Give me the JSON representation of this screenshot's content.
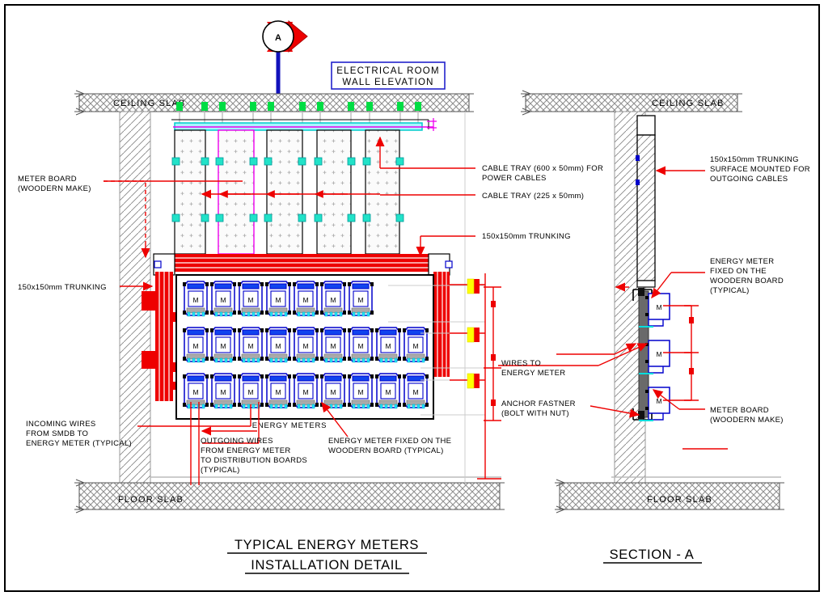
{
  "drawing": {
    "border_color": "#000000",
    "section_marker": {
      "label": "A",
      "name": "section-marker-a"
    },
    "title_box": {
      "line1": "ELECTRICAL  ROOM",
      "line2": "WALL  ELEVATION",
      "border_color": "#2222cc"
    },
    "titles": {
      "left_line1": "TYPICAL ENERGY METERS",
      "left_line2": "INSTALLATION DETAIL",
      "right": "SECTION - A"
    },
    "slabs": {
      "ceiling_left": "CEILING  SLAB",
      "ceiling_right": "CEILING  SLAB",
      "floor_left": "FLOOR  SLAB",
      "floor_right": "FLOOR  SLAB"
    },
    "labels": {
      "energy_meters": "ENERGY METERS",
      "meter_symbol": "M"
    },
    "annotations_left": [
      {
        "name": "meter-board-note",
        "lines": [
          "METER BOARD",
          "(WOODERN MAKE)"
        ]
      },
      {
        "name": "trunking-note-left",
        "lines": [
          "150x150mm  TRUNKING"
        ]
      },
      {
        "name": "incoming-wires-note",
        "lines": [
          "INCOMING WIRES",
          "FROM SMDB TO",
          "ENERGY METER (TYPICAL)"
        ]
      },
      {
        "name": "outgoing-wires-note",
        "lines": [
          "OUTGOING WIRES",
          "FROM ENERGY METER",
          "TO DISTRIBUTION BOARDS",
          "(TYPICAL)"
        ]
      },
      {
        "name": "meter-fixed-note",
        "lines": [
          "ENERGY METER FIXED ON THE",
          "WOODERN BOARD (TYPICAL)"
        ]
      }
    ],
    "annotations_mid": [
      {
        "name": "cable-tray-600-note",
        "lines": [
          "CABLE TRAY (600 x 50mm) FOR",
          "POWER CABLES"
        ]
      },
      {
        "name": "cable-tray-225-note",
        "lines": [
          "CABLE TRAY (225 x 50mm)"
        ]
      },
      {
        "name": "trunking-note-mid",
        "lines": [
          "150x150mm  TRUNKING"
        ]
      },
      {
        "name": "wires-to-meter-note",
        "lines": [
          "WIRES TO",
          "ENERGY METER"
        ]
      },
      {
        "name": "anchor-fastner-note",
        "lines": [
          "ANCHOR FASTNER",
          "(BOLT WITH NUT)"
        ]
      }
    ],
    "annotations_right": [
      {
        "name": "trunking-surface-note",
        "lines": [
          "150x150mm TRUNKING",
          "SURFACE MOUNTED FOR",
          "OUTGOING CABLES"
        ]
      },
      {
        "name": "meter-fixed-board-note",
        "lines": [
          "ENERGY METER",
          "FIXED ON THE",
          "WOODERN BOARD",
          "(TYPICAL)"
        ]
      },
      {
        "name": "meter-board-note-right",
        "lines": [
          "METER BOARD",
          "(WOODERN MAKE)"
        ]
      }
    ],
    "meter_grid": {
      "rows": [
        {
          "count": 7
        },
        {
          "count": 9
        },
        {
          "count": 9
        }
      ],
      "meter_label": "M"
    },
    "section_meters": {
      "count": 3,
      "label": "M"
    },
    "colors": {
      "red": "#ee0000",
      "blue": "#0000cc",
      "cyan": "#00dddd",
      "green": "#00dd44",
      "magenta": "#ee00ee",
      "gray": "#888888",
      "darkgray": "#555555",
      "black": "#000000"
    }
  }
}
